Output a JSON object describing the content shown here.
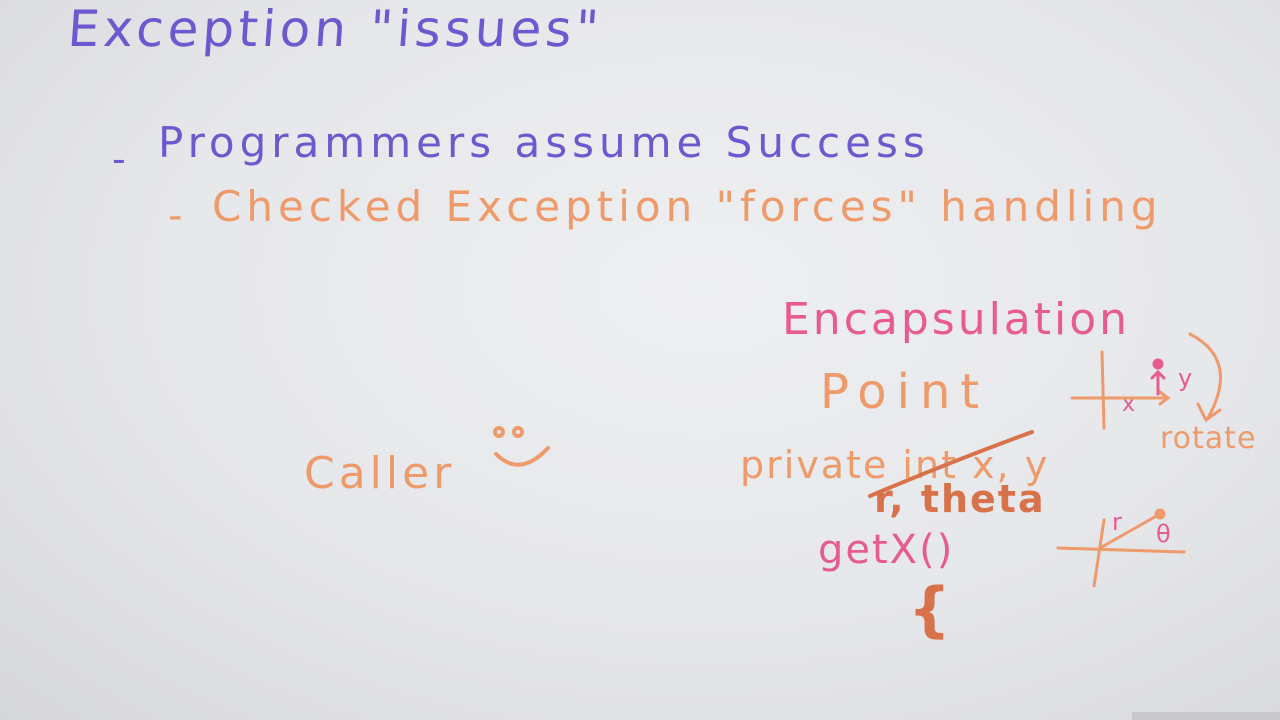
{
  "whiteboard": {
    "title": "Exception \"issues\"",
    "bullets": [
      {
        "dash": "-",
        "text": "Programmers assume Success"
      },
      {
        "dash": "-",
        "text": "Checked Exception \"forces\" handling"
      }
    ],
    "left_note": "Caller",
    "encapsulation": {
      "heading": "Encapsulation",
      "class_name": "Point",
      "private_line": "private int x, y",
      "replacement": "r, theta",
      "getter": "getX()",
      "brace": "{",
      "diagram_cartesian": {
        "x_label": "x",
        "y_label": "y",
        "note": "rotate"
      },
      "diagram_polar": {
        "r_label": "r",
        "theta_label": "θ"
      }
    },
    "colors": {
      "purple_marker": "#6f58cf",
      "orange_marker": "#ef9a6b",
      "pink_marker": "#e85b8e",
      "rust_marker": "#d7724a",
      "board": "#e8e9eb"
    },
    "icons": [
      "smiley-face-icon",
      "cartesian-axes-icon",
      "rotate-arrow-icon",
      "polar-axes-icon",
      "strike-through-line"
    ]
  }
}
